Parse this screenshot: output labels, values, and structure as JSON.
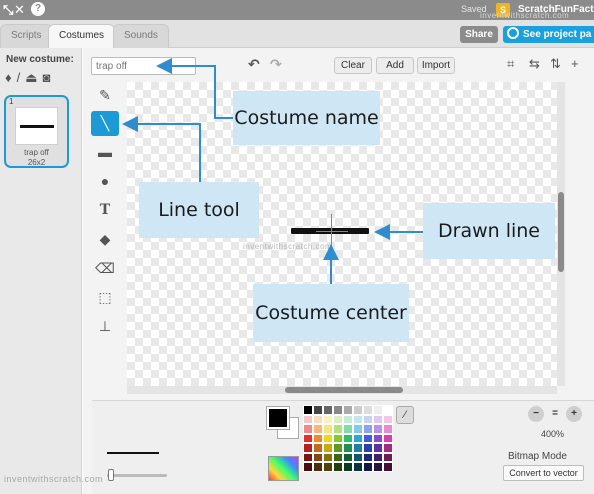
{
  "topbar": {
    "saved_text": "Saved",
    "project_title": "ScratchFunFacto",
    "watermark": "inventwithscratch.com"
  },
  "tabs": [
    {
      "label": "Scripts"
    },
    {
      "label": "Costumes"
    },
    {
      "label": "Sounds"
    }
  ],
  "header_buttons": {
    "share": "Share",
    "see_project": "See project pa"
  },
  "left_panel": {
    "new_costume_label": "New costume:",
    "costume": {
      "number": "1",
      "name": "trap off",
      "size": "26x2"
    }
  },
  "editor": {
    "costume_name_value": "trap off",
    "clear": "Clear",
    "add": "Add",
    "import": "Import"
  },
  "canvas": {
    "watermark": "inventwithscratch.com"
  },
  "callouts": {
    "costume_name": "Costume name",
    "line_tool": "Line tool",
    "drawn_line": "Drawn line",
    "costume_center": "Costume center"
  },
  "bottom": {
    "zoom_level": "400%",
    "mode_label": "Bitmap Mode",
    "convert_button": "Convert to vector",
    "watermark": "inventwithscratch.com",
    "palette_colors": [
      "#000000",
      "#444444",
      "#666666",
      "#888888",
      "#aaaaaa",
      "#cccccc",
      "#dddddd",
      "#eeeeee",
      "#ffffff",
      "#f4c7c7",
      "#f7dcc0",
      "#fbf1bf",
      "#dcefc1",
      "#c4ecd8",
      "#c2e6ee",
      "#c9d4f3",
      "#dccaf2",
      "#f1c7e6",
      "#f08a8a",
      "#f4b77f",
      "#f8e37c",
      "#b6df7e",
      "#86d8ad",
      "#82cbe0",
      "#8ea4e9",
      "#b892e6",
      "#e48ccf",
      "#e62e2e",
      "#ee8a2a",
      "#f5d21e",
      "#86c92f",
      "#2fbf6c",
      "#2aa8d0",
      "#3e5fd8",
      "#8a4ad4",
      "#d53fae",
      "#b81f1f",
      "#c46a1c",
      "#c9a812",
      "#5e9b1f",
      "#1f8e4e",
      "#1f7fa0",
      "#2a42a8",
      "#62309f",
      "#a22a82",
      "#7a1515",
      "#854811",
      "#85700c",
      "#3e6714",
      "#145e33",
      "#14556b",
      "#1c2c70",
      "#42206a",
      "#6c1c57",
      "#4a0d0d",
      "#502b0a",
      "#504307",
      "#253e0c",
      "#0c391f",
      "#0c3340",
      "#111a44",
      "#281340",
      "#410f35"
    ]
  }
}
